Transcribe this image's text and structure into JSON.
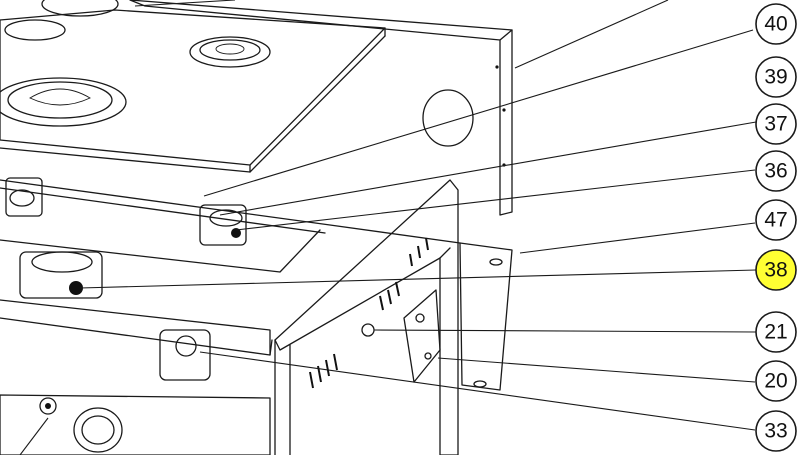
{
  "diagram": {
    "highlight_color": "#ffff33",
    "callouts": [
      {
        "id": "c40",
        "label": "40",
        "highlighted": false
      },
      {
        "id": "c39",
        "label": "39",
        "highlighted": false
      },
      {
        "id": "c37",
        "label": "37",
        "highlighted": false
      },
      {
        "id": "c36",
        "label": "36",
        "highlighted": false
      },
      {
        "id": "c47",
        "label": "47",
        "highlighted": false
      },
      {
        "id": "c38",
        "label": "38",
        "highlighted": true
      },
      {
        "id": "c21",
        "label": "21",
        "highlighted": false
      },
      {
        "id": "c20",
        "label": "20",
        "highlighted": false
      },
      {
        "id": "c33",
        "label": "33",
        "highlighted": false
      }
    ]
  }
}
